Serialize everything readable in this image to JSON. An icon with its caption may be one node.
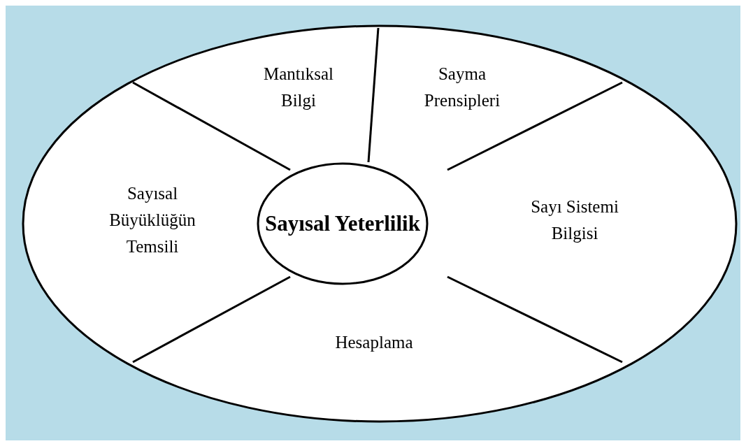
{
  "diagram": {
    "nodes": [
      {
        "text": [
          "Mantıksal Bilgi"
        ]
      },
      {
        "text": [
          "Sayma Prensipleri"
        ]
      },
      {
        "text": [
          "Sayısal Büyüklüğün Temsili"
        ]
      },
      {
        "text": [
          "Sayısal Yeterlilik"
        ]
      },
      {
        "text": [
          "Sayı Sistemi Bilgisi"
        ]
      },
      {
        "text": [
          "Hesaplama"
        ]
      }
    ]
  }
}
